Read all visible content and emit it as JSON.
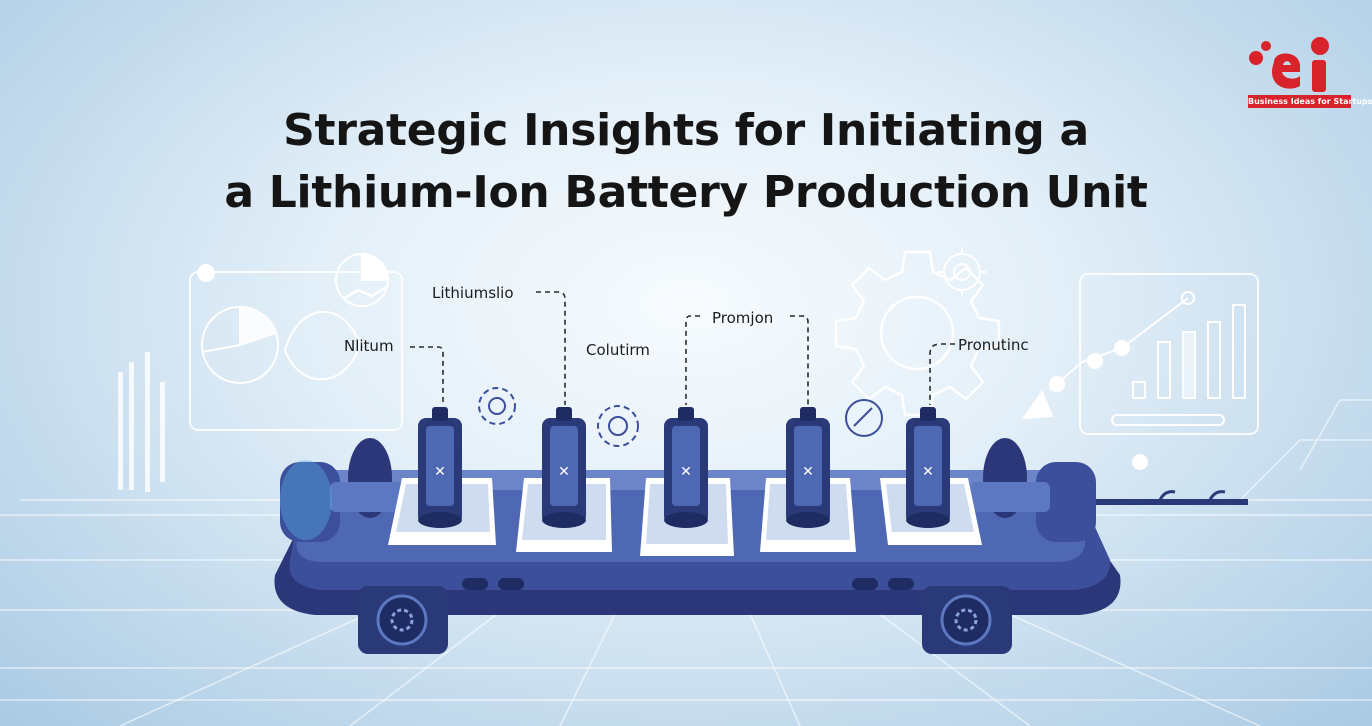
{
  "headline": {
    "line1": "Strategic Insights for Initiating a",
    "line2": "a Lithium-Ion Battery Production Unit"
  },
  "labels": {
    "nitium": "Nlitum",
    "lithiumslio": "Lithiumslio",
    "colutirm": "Colutirm",
    "promjon": "Promjon",
    "pronutinc": "Pronutinc"
  },
  "logo": {
    "tagline": "Business Ideas for Startups"
  },
  "colors": {
    "background": "#d8e8f4",
    "conveyor": "#3c4f9a",
    "battery": "#2a3a78",
    "logo_red": "#d8232a",
    "outline": "#ffffff"
  },
  "icons": [
    "pie-chart-icon",
    "gear-icon",
    "bar-chart-icon",
    "battery-icon",
    "logo-icon"
  ]
}
